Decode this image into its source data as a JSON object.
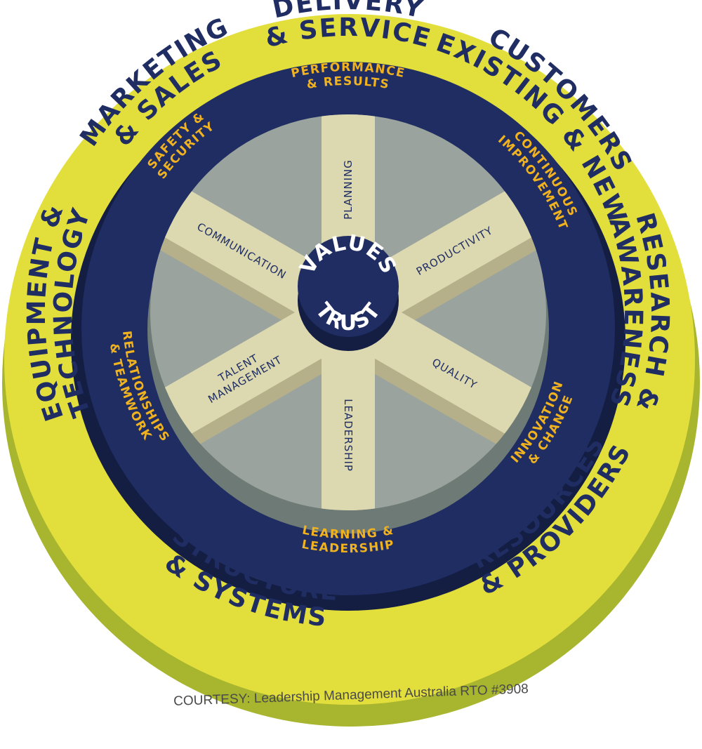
{
  "colors": {
    "outer_ring": "#e2de3c",
    "outer_ring_shadow": "#a8b52e",
    "navy": "#1f2d63",
    "navy_shadow": "#141d42",
    "inner_disc": "#9aa39d",
    "inner_disc_shadow": "#6e7a75",
    "spoke_top": "#dcd9b1",
    "spoke_side": "#b5b08a",
    "outer_text": "#1f2d63",
    "ring_text": "#f0b21f",
    "spoke_text": "#1f2d63",
    "hub_text": "#ffffff"
  },
  "outer_labels": [
    {
      "lines": [
        "DELIVERY",
        "& SERVICE"
      ],
      "angle": 0
    },
    {
      "lines": [
        "CUSTOMERS",
        "EXISTING & NEW"
      ],
      "angle": 45
    },
    {
      "lines": [
        "RESEARCH &",
        "AWARENESS"
      ],
      "angle": 90
    },
    {
      "lines": [
        "RESOURCES",
        "& PROVIDERS"
      ],
      "angle": 135
    },
    {
      "lines": [
        "STRUCTURE",
        "& SYSTEMS"
      ],
      "angle": 200
    },
    {
      "lines": [
        "EQUIPMENT &",
        "TECHNOLOGY"
      ],
      "angle": 270
    },
    {
      "lines": [
        "MARKETING",
        "& SALES"
      ],
      "angle": 320
    }
  ],
  "ring_labels": [
    {
      "lines": [
        "PERFORMANCE",
        "& RESULTS"
      ],
      "angle": 0
    },
    {
      "lines": [
        "CONTINUOUS",
        "IMPROVEMENT"
      ],
      "angle": 55
    },
    {
      "lines": [
        "INNOVATION",
        "& CHANGE"
      ],
      "angle": 120
    },
    {
      "lines": [
        "LEARNING &",
        "LEADERSHIP"
      ],
      "angle": 180
    },
    {
      "lines": [
        "RELATIONSHIPS",
        "& TEAMWORK"
      ],
      "angle": 250
    },
    {
      "lines": [
        "SAFETY &",
        "SECURITY"
      ],
      "angle": 315
    }
  ],
  "spokes": [
    {
      "lines": [
        "PLANNING"
      ],
      "angle": -90
    },
    {
      "lines": [
        "PRODUCTIVITY"
      ],
      "angle": -30
    },
    {
      "lines": [
        "QUALITY"
      ],
      "angle": 30
    },
    {
      "lines": [
        "LEADERSHIP"
      ],
      "angle": 90
    },
    {
      "lines": [
        "TALENT",
        "MANAGEMENT"
      ],
      "angle": 150
    },
    {
      "lines": [
        "COMMUNICATION"
      ],
      "angle": 210
    }
  ],
  "hub": {
    "top": "VALUES",
    "bottom": "TRUST"
  },
  "credit": "COURTESY: Leadership Management Australia RTO #3908"
}
